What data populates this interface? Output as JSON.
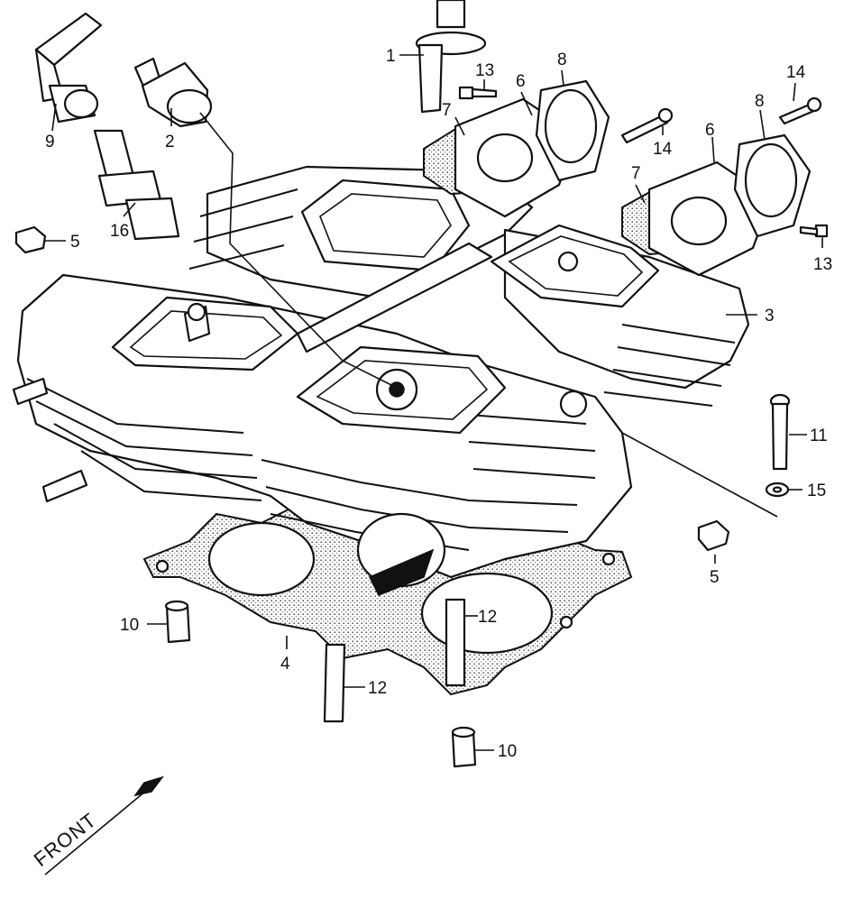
{
  "callouts": [
    {
      "id": "c1",
      "label": "1"
    },
    {
      "id": "c2",
      "label": "2"
    },
    {
      "id": "c3",
      "label": "3"
    },
    {
      "id": "c4",
      "label": "4"
    },
    {
      "id": "c5a",
      "label": "5"
    },
    {
      "id": "c5b",
      "label": "5"
    },
    {
      "id": "c6a",
      "label": "6"
    },
    {
      "id": "c6b",
      "label": "6"
    },
    {
      "id": "c7a",
      "label": "7"
    },
    {
      "id": "c7b",
      "label": "7"
    },
    {
      "id": "c8a",
      "label": "8"
    },
    {
      "id": "c8b",
      "label": "8"
    },
    {
      "id": "c9",
      "label": "9"
    },
    {
      "id": "c10a",
      "label": "10"
    },
    {
      "id": "c10b",
      "label": "10"
    },
    {
      "id": "c11",
      "label": "11"
    },
    {
      "id": "c12a",
      "label": "12"
    },
    {
      "id": "c12b",
      "label": "12"
    },
    {
      "id": "c13a",
      "label": "13"
    },
    {
      "id": "c13b",
      "label": "13"
    },
    {
      "id": "c14a",
      "label": "14"
    },
    {
      "id": "c14b",
      "label": "14"
    },
    {
      "id": "c15",
      "label": "15"
    },
    {
      "id": "c16",
      "label": "16"
    }
  ],
  "front_label": "FRONT"
}
